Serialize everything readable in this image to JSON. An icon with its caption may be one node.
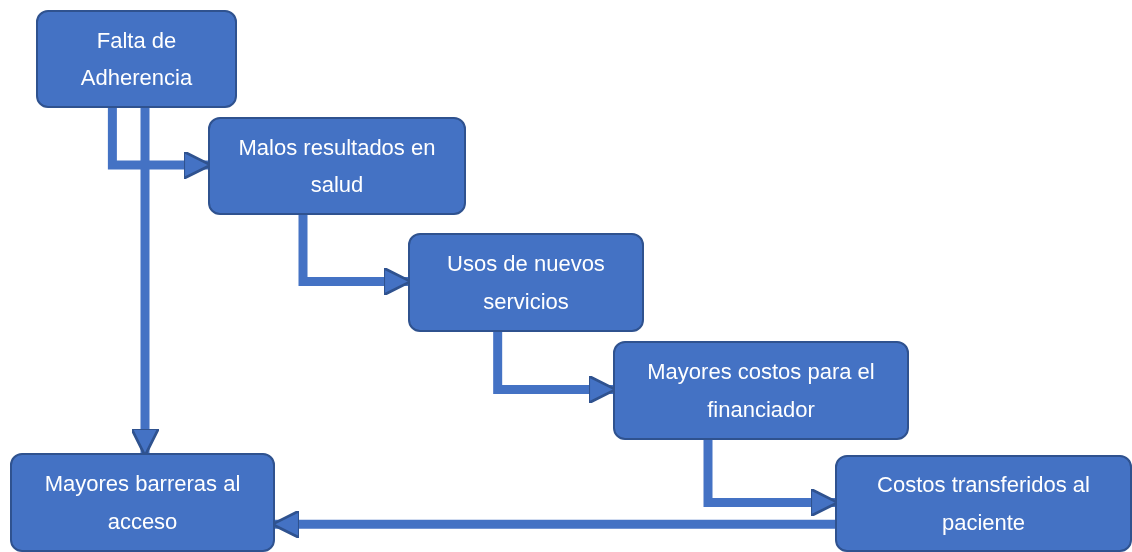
{
  "diagram": {
    "nodes": [
      {
        "text": [
          "Falta de Adherencia"
        ]
      },
      {
        "text": [
          "Malos resultados en salud"
        ]
      },
      {
        "text": [
          "Usos de nuevos servicios"
        ]
      },
      {
        "text": [
          "Mayores costos para el financiador"
        ]
      },
      {
        "text": [
          "Costos transferidos al paciente"
        ]
      },
      {
        "text": [
          "Mayores barreras al acceso"
        ]
      }
    ],
    "edges": [
      {
        "from": 0,
        "to": 1,
        "arrow": "to"
      },
      {
        "from": 0,
        "to": 5,
        "arrow": "to"
      },
      {
        "from": 1,
        "to": 2,
        "arrow": "to"
      },
      {
        "from": 2,
        "to": 3,
        "arrow": "to"
      },
      {
        "from": 3,
        "to": 4,
        "arrow": "to"
      },
      {
        "from": 4,
        "to": 5,
        "arrow": "to"
      }
    ]
  }
}
